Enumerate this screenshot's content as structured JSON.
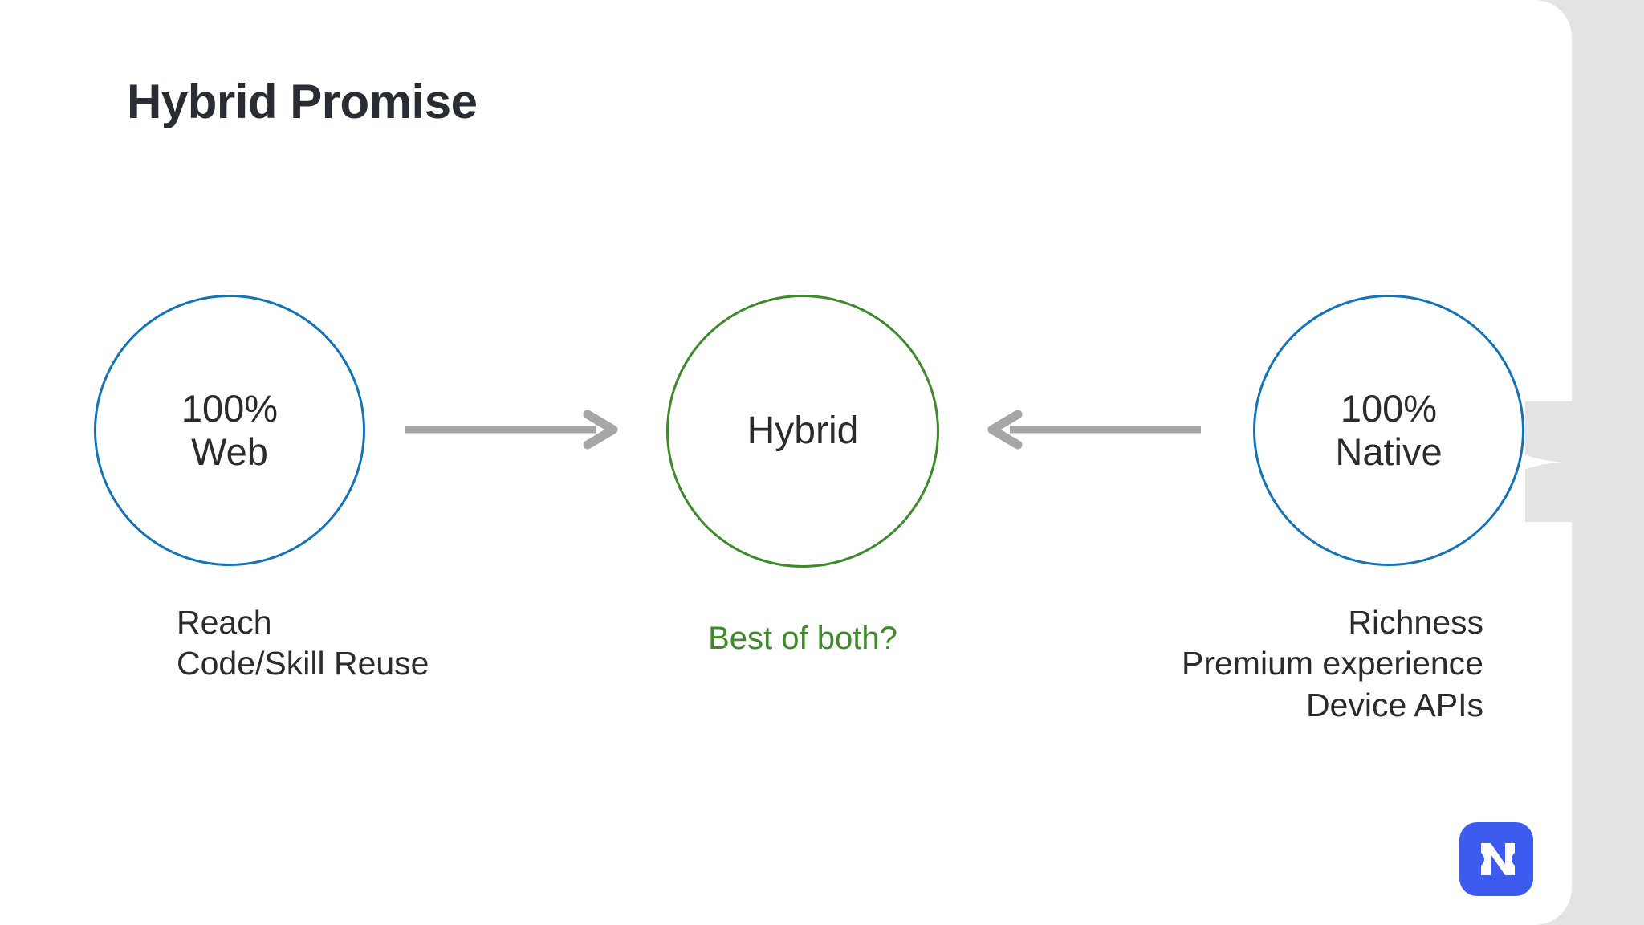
{
  "slide": {
    "title": "Hybrid Promise",
    "background_color": "#e3e3e3",
    "card_color": "#ffffff"
  },
  "diagram": {
    "type": "three-node-convergence",
    "accent_blue": "#1272ba",
    "accent_green": "#3d8a29",
    "arrow_color": "#a6a6a6",
    "nodes": [
      {
        "id": "web",
        "label": "100%\nWeb",
        "stroke_color": "#1272ba",
        "caption": "Reach\nCode/Skill Reuse",
        "caption_color": "#2b2b2b",
        "caption_align": "left"
      },
      {
        "id": "hybrid",
        "label": "Hybrid",
        "stroke_color": "#3d8a29",
        "caption": "Best of both?",
        "caption_color": "#3d8a29",
        "caption_align": "center"
      },
      {
        "id": "native",
        "label": "100%\nNative",
        "stroke_color": "#1272ba",
        "caption": "Richness\nPremium experience\nDevice APIs",
        "caption_color": "#2b2b2b",
        "caption_align": "right"
      }
    ],
    "arrows": [
      {
        "id": "web-to-hybrid",
        "direction": "right",
        "from": "web",
        "to": "hybrid"
      },
      {
        "id": "native-to-hybrid",
        "direction": "left",
        "from": "native",
        "to": "hybrid"
      }
    ]
  },
  "branding": {
    "logo_name": "nativescript-logo",
    "logo_letter": "N",
    "logo_background": "#3e5bf0",
    "logo_foreground": "#ffffff"
  }
}
